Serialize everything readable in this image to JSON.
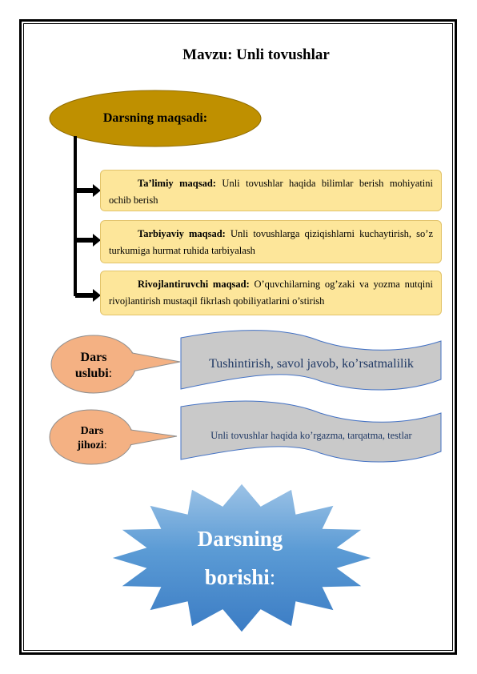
{
  "title": "Mavzu: Unli tovushlar",
  "goal_header": "Darsning maqsadi:",
  "goals": [
    {
      "lead": "Ta’limiy maqsad:",
      "text": " Unli tovushlar haqida bilimlar berish mohiyatini ochib berish"
    },
    {
      "lead": "Tarbiyaviy maqsad:",
      "text": " Unli tovushlarga qiziqishlarni kuchaytirish, so’z turkumiga hurmat ruhida tarbiyalash"
    },
    {
      "lead": "Rivojlantiruvchi  maqsad:",
      "text": " O’quvchilarning og’zaki va yozma nutqini rivojlantirish mustaqil fikrlash qobiliyatlarini o’stirish"
    }
  ],
  "method": {
    "label_line1": "Dars",
    "label_line2": "uslubi",
    "colon": ":",
    "value": "Tushintirish,  savol javob, ko’rsatmalilik"
  },
  "equipment": {
    "label_line1": "Dars",
    "label_line2": "jihozi",
    "colon": ":",
    "value": "Unli tovushlar haqida ko’rgazma, tarqatma, testlar"
  },
  "progress": {
    "line1": "Darsning",
    "line2": "borishi",
    "colon": ":"
  },
  "colors": {
    "ellipse": "#bf9000",
    "goal_box": "#fde69a",
    "bubble": "#f4b183",
    "banner": "#c9c9c9",
    "banner_text": "#1f3864",
    "star": "#5b9bd5"
  }
}
